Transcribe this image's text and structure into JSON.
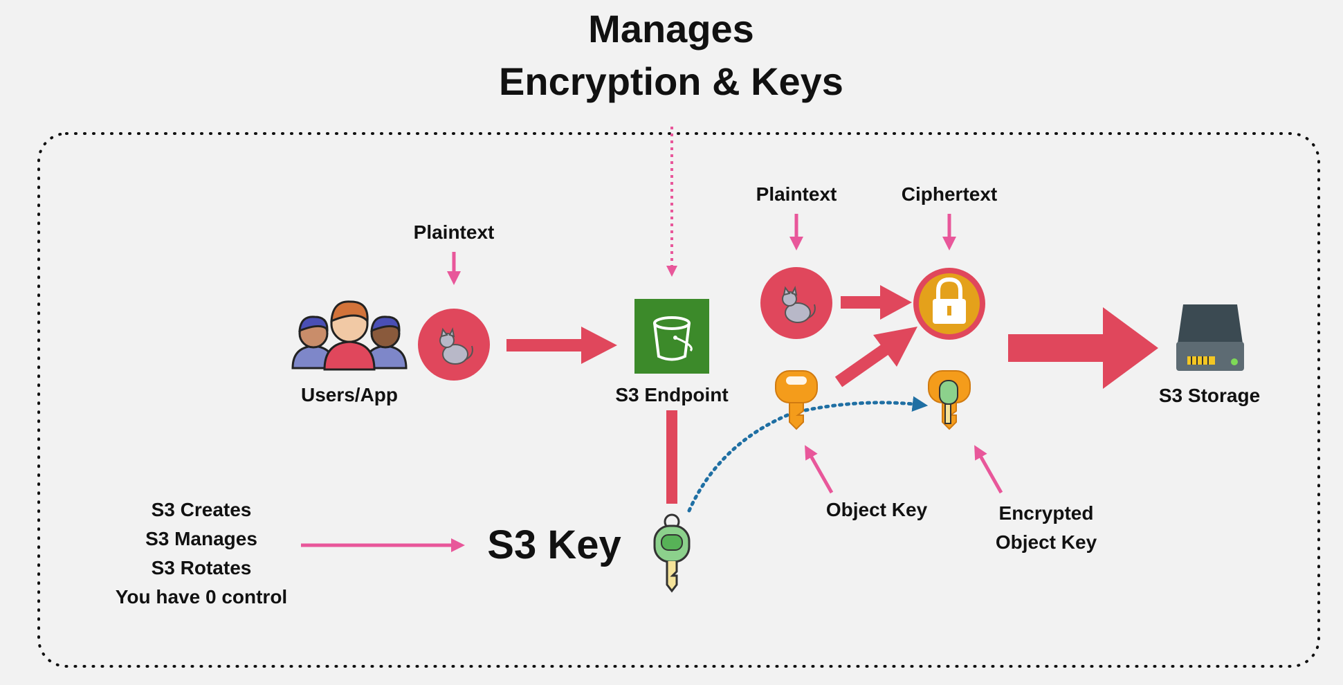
{
  "title": {
    "line1": "Manages",
    "line2": "Encryption & Keys"
  },
  "labels": {
    "users_app": "Users/App",
    "plaintext_left": "Plaintext",
    "s3_endpoint": "S3 Endpoint",
    "plaintext_right": "Plaintext",
    "ciphertext": "Ciphertext",
    "s3_storage": "S3 Storage",
    "object_key": "Object Key",
    "encrypted_object_key_1": "Encrypted",
    "encrypted_object_key_2": "Object Key",
    "s3_key": "S3 Key"
  },
  "s3_facts": [
    "S3 Creates",
    "S3 Manages",
    "S3 Rotates",
    "You have 0 control"
  ],
  "colors": {
    "arrow_red": "#e0475c",
    "arrow_pink": "#e8579a",
    "dotted_blue": "#1f6fa3",
    "s3_green": "#3c8a2a",
    "key_orange": "#f49c1b",
    "lock_gold": "#e4a11b",
    "storage_dark": "#3b4a52"
  },
  "icons": [
    "users-icon",
    "cat-icon",
    "s3-bucket-icon",
    "padlock-icon",
    "key-icon",
    "storage-drive-icon"
  ]
}
